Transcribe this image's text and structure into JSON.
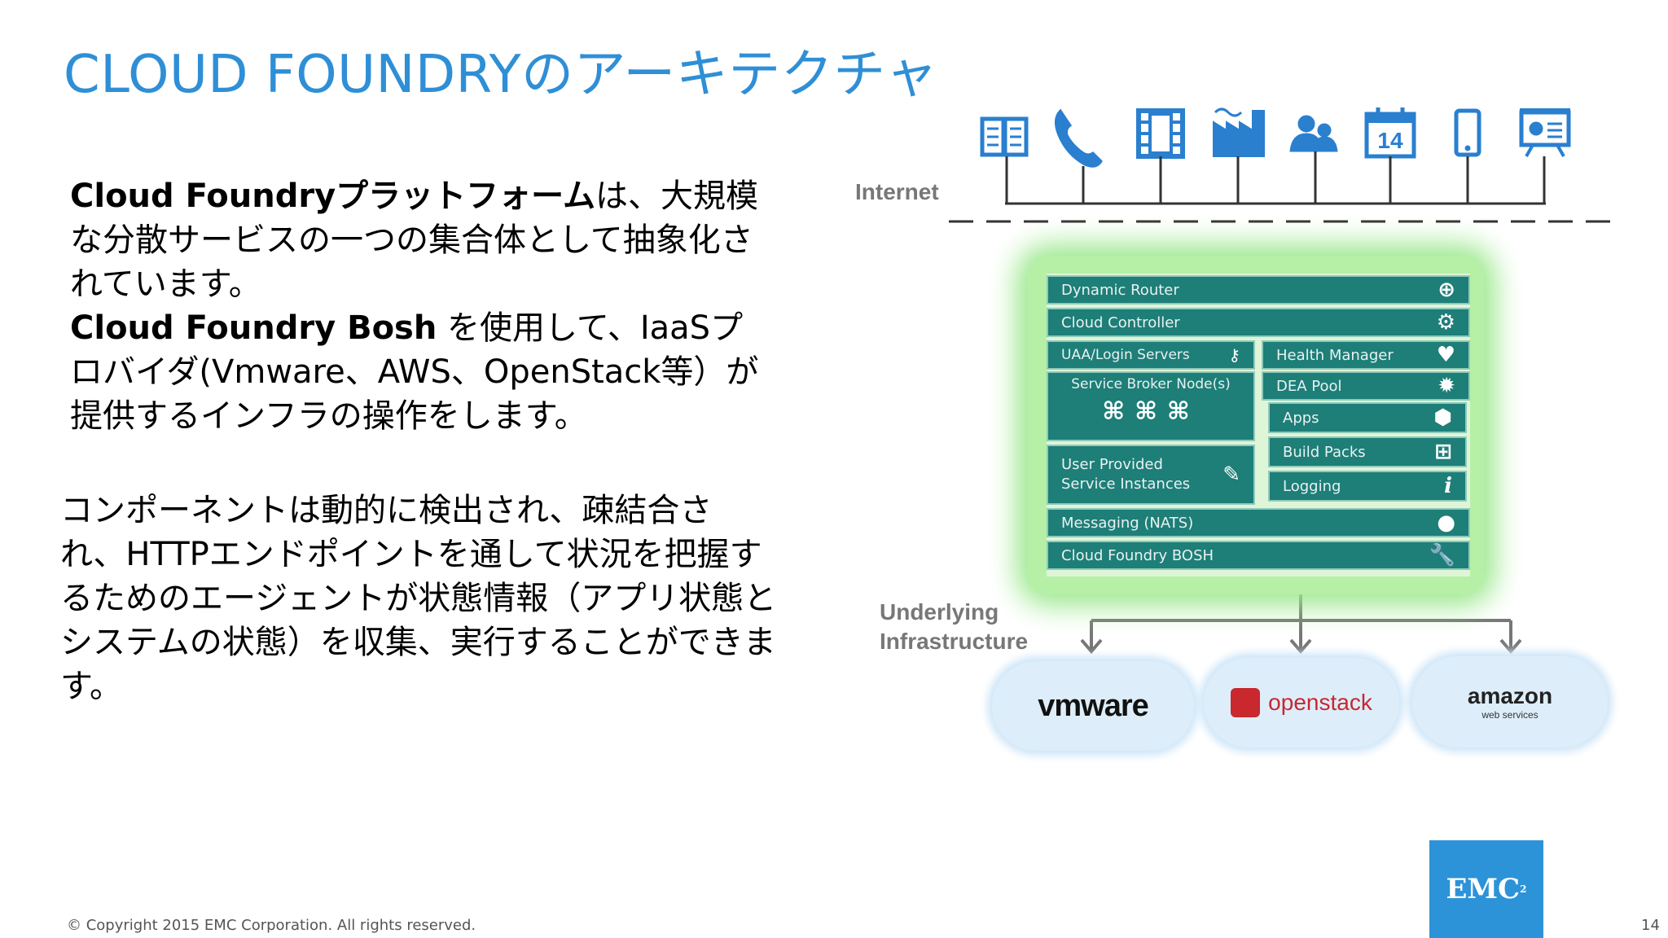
{
  "title": "CLOUD FOUNDRYのアーキテクチャ",
  "paragraph1": {
    "s1_bold": "Cloud Foundryプラットフォーム",
    "s1_rest": "は、大規模な分散サービスの一つの集合体として抽象化されています。",
    "s2_bold": "Cloud Foundry Bosh",
    "s2_rest": " を使用して、IaaSプロバイダ(Vmware、AWS、OpenStack等）が提供するインフラの操作をします。"
  },
  "paragraph2": "コンポーネントは動的に検出され、疎結合され、HTTPエンドポイントを通して状況を把握するためのエージェントが状態情報（アプリ状態とシステムの状態）を収集、実行することができます。",
  "diagram": {
    "internet_label": "Internet",
    "infra_label_1": "Underlying",
    "infra_label_2": "Infrastructure",
    "components": {
      "dynamic_router": "Dynamic Router",
      "cloud_controller": "Cloud Controller",
      "uaa": "UAA/Login Servers",
      "health_manager": "Health Manager",
      "service_broker": "Service Broker Node(s)",
      "dea_pool": "DEA Pool",
      "apps": "Apps",
      "build_packs": "Build Packs",
      "logging": "Logging",
      "user_provided_1": "User Provided",
      "user_provided_2": "Service Instances",
      "messaging": "Messaging (NATS)",
      "bosh": "Cloud Foundry BOSH"
    },
    "providers": {
      "vmware": "vmware",
      "openstack": "openstack",
      "amazon": "amazon",
      "amazon_sub": "web services"
    },
    "top_icons": [
      "book-icon",
      "phone-icon",
      "film-icon",
      "factory-icon",
      "people-icon",
      "calendar-icon",
      "mobile-icon",
      "presentation-icon"
    ],
    "calendar_day": "14"
  },
  "footer": {
    "copyright": "© Copyright 2015 EMC Corporation. All rights reserved.",
    "page_number": "14",
    "logo_text": "EMC",
    "logo_sup": "2"
  },
  "colors": {
    "title": "#2f8fd6",
    "component_bar": "#1e7e78",
    "glow": "#9be88c",
    "icon_blue": "#2a7fcf",
    "emc_blue": "#2c93d8"
  }
}
